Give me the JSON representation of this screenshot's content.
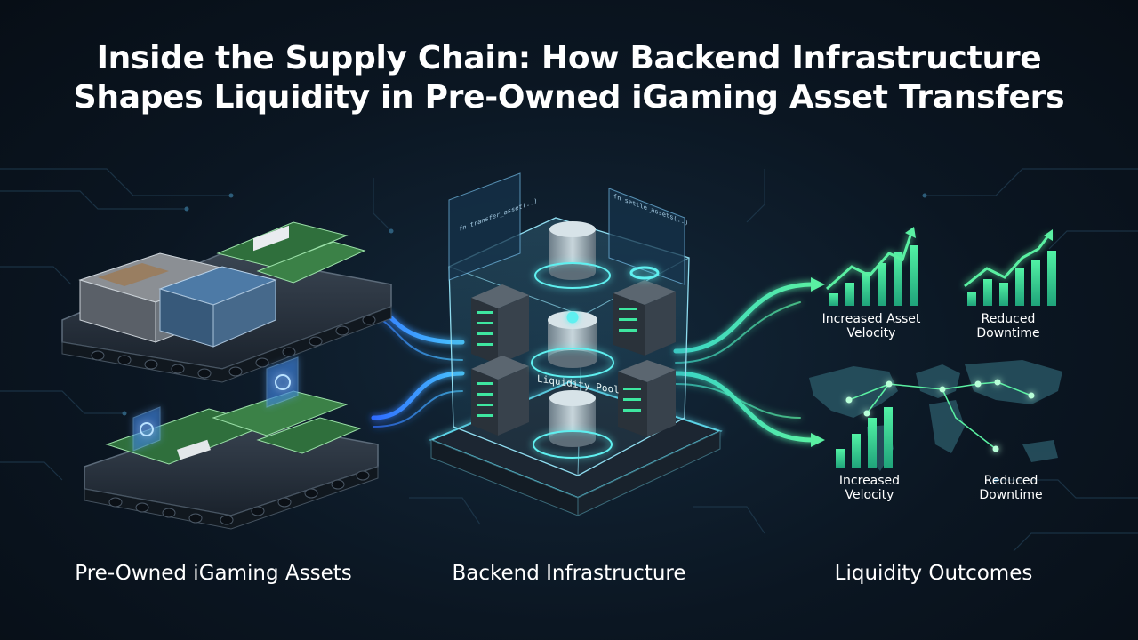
{
  "title": {
    "line1": "Inside the Supply Chain: How Backend Infrastructure",
    "line2": "Shapes Liquidity in Pre-Owned iGaming Asset Transfers"
  },
  "sections": {
    "assets": "Pre-Owned iGaming Assets",
    "backend": "Backend Infrastructure",
    "outcomes": "Liquidity Outcomes"
  },
  "backend": {
    "pool_label": "Liquidity Pool",
    "code_left": "fn transfer_asset(..)",
    "code_right": "fn settle_assets(..)"
  },
  "outcomes": {
    "chart1": {
      "line1": "Increased Asset",
      "line2": "Velocity"
    },
    "chart2": {
      "line1": "Reduced",
      "line2": "Downtime"
    },
    "chart3": {
      "line1": "Increased",
      "line2": "Velocity"
    },
    "chart4": {
      "line1": "Reduced",
      "line2": "Downtime"
    }
  },
  "colors": {
    "accent_green": "#3ee6a0",
    "accent_blue": "#3d8bff",
    "accent_cyan": "#39d2e0",
    "background": "#0b1622"
  }
}
